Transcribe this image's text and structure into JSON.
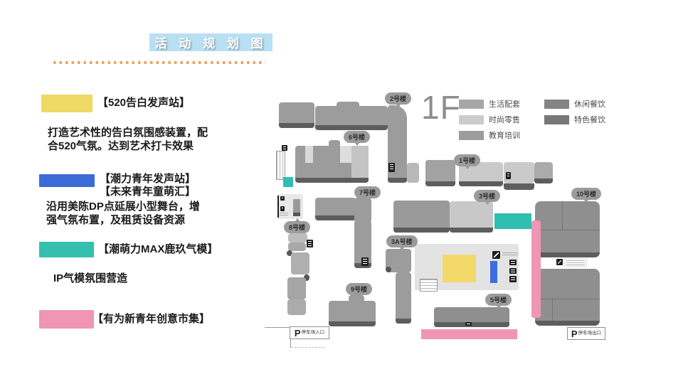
{
  "title": "活 动 规 划 图",
  "colors": {
    "title_bg": "#b8e0f2",
    "dot": "#eca463",
    "yellow": "#f2d969",
    "blue": "#3c6de0",
    "teal": "#2fbfb0",
    "pink": "#f095b3"
  },
  "legend": {
    "items": [
      {
        "color": "#eed964",
        "title": "【520告白发声站】",
        "desc": "打造艺术性的告白氛围感装置，配合520气氛。达到艺术打卡效果"
      },
      {
        "color": "#3b6bd6",
        "title": "【潮力青年发声站】",
        "title2": "【未来青年童萌汇】",
        "desc": "沿用美陈DP点延展小型舞台，增强气氛布置，及租赁设备资源"
      },
      {
        "color": "#35bfae",
        "title": "【潮萌力MAX鹿玖气模】",
        "desc": "IP气模氛围营造"
      },
      {
        "color": "#f095b3",
        "title": "【有为新青年创意市集】"
      }
    ]
  },
  "map": {
    "floor": "1F",
    "categories": [
      {
        "label": "生活配套",
        "color": "#a7a7a7"
      },
      {
        "label": "时尚零售",
        "color": "#cbcbcb"
      },
      {
        "label": "教育培训",
        "color": "#9c9c9c"
      },
      {
        "label": "休闲餐饮",
        "color": "#848484"
      },
      {
        "label": "特色餐饮",
        "color": "#787878"
      }
    ],
    "buildings": {
      "b1": "1号楼",
      "b2": "2号楼",
      "b3": "3号楼",
      "b3a": "3A号楼",
      "b5": "5号楼",
      "b6": "6号楼",
      "b7": "7号楼",
      "b8": "8号楼",
      "b9": "9号楼",
      "b10": "10号楼"
    },
    "parking_p": "P",
    "parking_in": "停车场入口",
    "parking_out": "停车场出口"
  }
}
